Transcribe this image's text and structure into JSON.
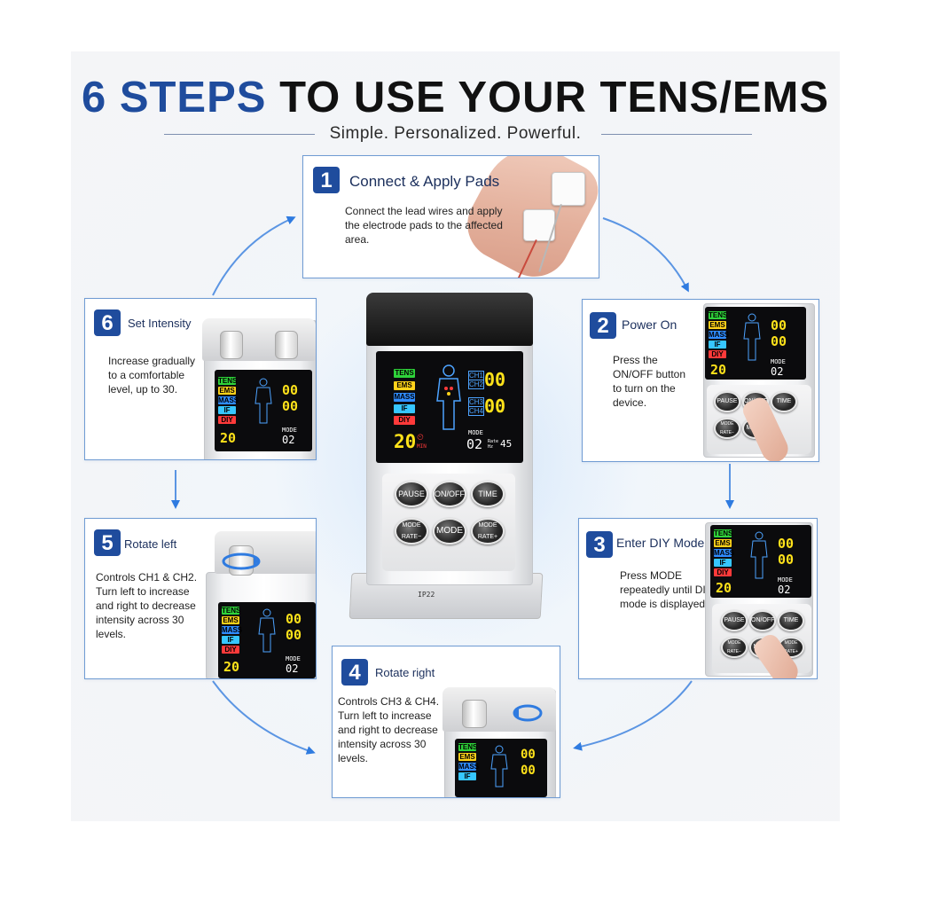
{
  "title": {
    "accent": "6 STEPS",
    "rest": "TO USE YOUR TENS/EMS"
  },
  "subtitle": "Simple. Personalized. Powerful.",
  "steps": [
    {
      "num": "1",
      "title": "Connect & Apply Pads",
      "desc": "Connect the lead wires and apply the electrode pads to the affected area."
    },
    {
      "num": "2",
      "title": "Power On",
      "desc": "Press the ON/OFF button to turn on the device."
    },
    {
      "num": "3",
      "title": "Enter DIY Mode",
      "desc": "Press MODE repeatedly until DIY mode is displayed."
    },
    {
      "num": "4",
      "title": "Rotate right",
      "desc": "Controls CH3 & CH4. Turn left to increase and right to decrease intensity across 30 levels."
    },
    {
      "num": "5",
      "title": "Rotate left",
      "desc": "Controls CH1 & CH2. Turn left to increase and right to decrease intensity across 30 levels."
    },
    {
      "num": "6",
      "title": "Set Intensity",
      "desc": "Increase gradually to a comfortable level, up to 30."
    }
  ],
  "device": {
    "modes": [
      "TENS",
      "EMS",
      "MASS",
      "IF",
      "DIY"
    ],
    "mode_colors": [
      "#2fd33a",
      "#ffd21a",
      "#2f8cff",
      "#36c6ff",
      "#ff3a3a"
    ],
    "channels": [
      "CH1",
      "CH2",
      "CH3",
      "CH4"
    ],
    "channel_values": [
      "00",
      "00"
    ],
    "timer": "20",
    "timer_unit": "MIN",
    "mode_label": "MODE",
    "mode_value": "02",
    "rate_value": "45",
    "rate_unit": "Rate Hz",
    "buttons": [
      "PAUSE",
      "ON/OFF",
      "TIME",
      "MODE RATE−",
      "MODE",
      "MODE RATE+"
    ],
    "label_ip": "IP22"
  },
  "colors": {
    "accent": "#1f4c9d",
    "card_border": "#6f9bd3",
    "arrow": "#2f7be0"
  },
  "icons": [
    "rotate-arrows-icon",
    "arrow-icon",
    "human-body-icon",
    "timer-icon"
  ]
}
